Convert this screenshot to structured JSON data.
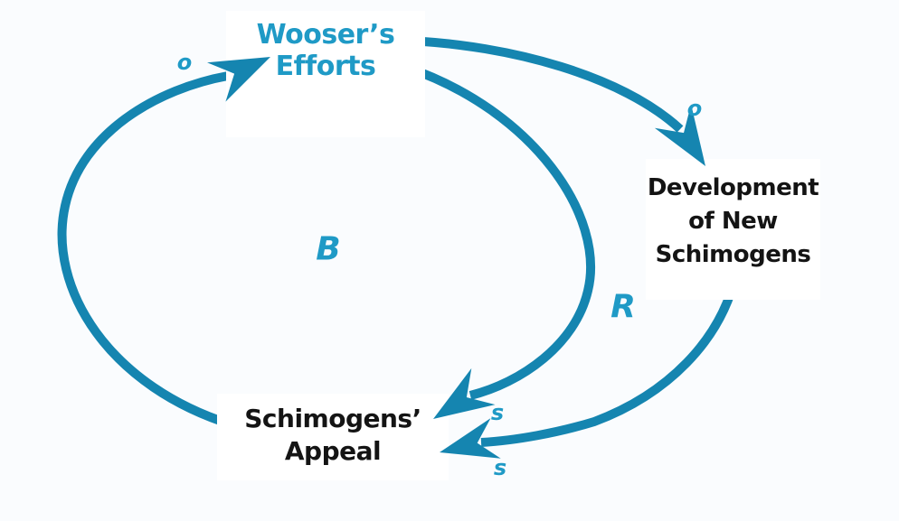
{
  "diagram": {
    "type": "causal-loop-diagram",
    "background_color": "#fafcfe",
    "node_box_color": "#ffffff",
    "arrow_color": "#1585b0",
    "label_color": "#1f9ac6",
    "node_text_dark_color": "#141414",
    "nodes": {
      "wooser_efforts": {
        "lines": [
          "Wooser’s",
          "Efforts"
        ],
        "text_color": "#1f9ac6"
      },
      "development_new_schimogens": {
        "lines": [
          "Development",
          "of New",
          "Schimogens"
        ],
        "text_color": "#141414"
      },
      "schimogens_appeal": {
        "lines": [
          "Schimogens’",
          "Appeal"
        ],
        "text_color": "#141414"
      }
    },
    "loop_labels": {
      "balancing": "B",
      "reinforcing": "R"
    },
    "link_polarities": {
      "appeal_to_wooser": "o",
      "wooser_to_development": "o",
      "wooser_to_appeal": "s",
      "development_to_appeal": "s"
    }
  }
}
